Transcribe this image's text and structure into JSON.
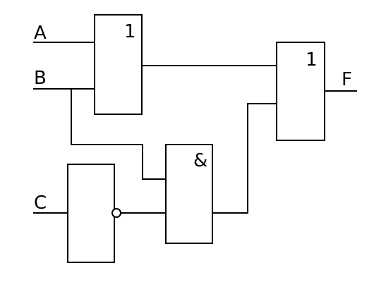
{
  "inputs": {
    "a": "A",
    "b": "B",
    "c": "C"
  },
  "output": "F",
  "gates": {
    "or1_symbol": "1",
    "or2_symbol": "1",
    "and_symbol": "&",
    "not_symbol": ""
  }
}
